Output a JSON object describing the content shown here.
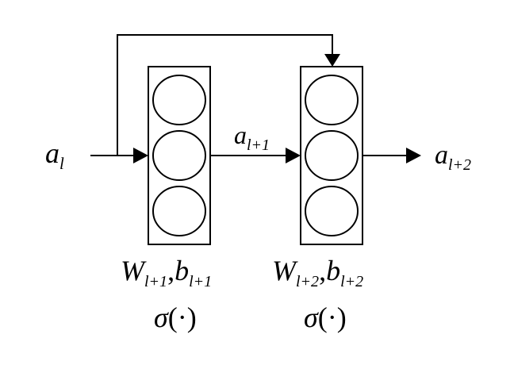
{
  "input": {
    "base": "a",
    "sub": "l"
  },
  "middle": {
    "base": "a",
    "sub": "l+1"
  },
  "output": {
    "base": "a",
    "sub": "l+2"
  },
  "layers": [
    {
      "weight": {
        "base": "W",
        "sub": "l+1"
      },
      "separator": ",",
      "bias": {
        "base": "b",
        "sub": "l+1"
      },
      "activation": {
        "symbol": "σ",
        "arg": "(·)"
      },
      "neurons": 3
    },
    {
      "weight": {
        "base": "W",
        "sub": "l+2"
      },
      "separator": ",",
      "bias": {
        "base": "b",
        "sub": "l+2"
      },
      "activation": {
        "symbol": "σ",
        "arg": "(·)"
      },
      "neurons": 3
    }
  ]
}
